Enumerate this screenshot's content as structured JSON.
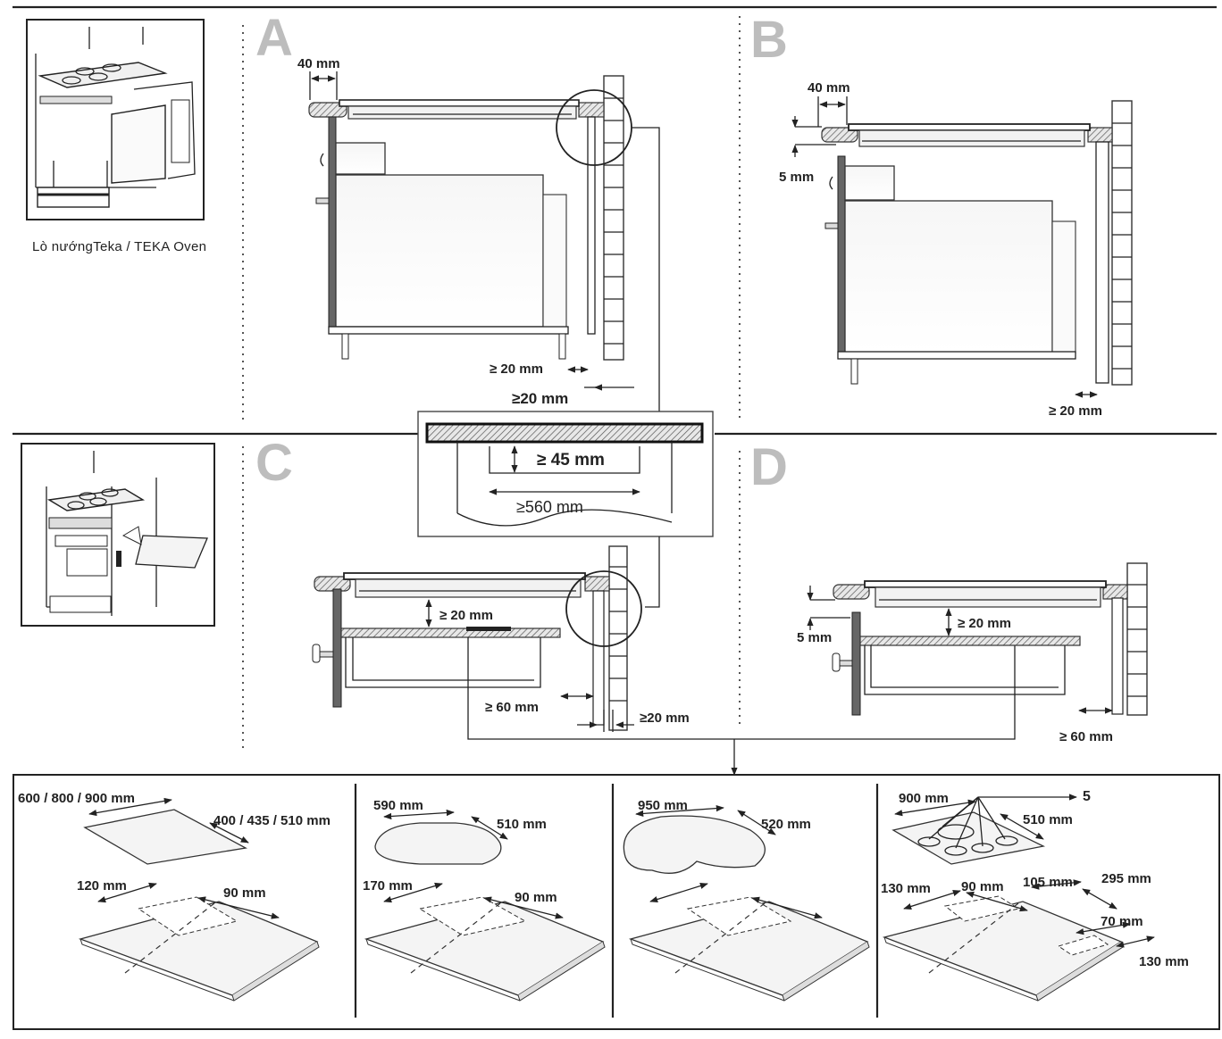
{
  "panels": {
    "a": "A",
    "b": "B",
    "c": "C",
    "d": "D"
  },
  "oven_caption": "Lò nướngTeka  /  TEKA  Oven",
  "panel_a": {
    "top_gap": "40 mm",
    "gap_1": "≥ 20 mm",
    "gap_2": "≥20 mm"
  },
  "panel_b": {
    "top_gap": "40 mm",
    "drop": "5 mm",
    "side_gap": "≥ 20 mm"
  },
  "detail": {
    "depth": "≥ 45 mm",
    "width": "≥560 mm"
  },
  "panel_c": {
    "shelf_gap": "≥ 20 mm",
    "back_gap": "≥ 60 mm",
    "wall_gap": "≥20 mm"
  },
  "panel_d": {
    "drop": "5 mm",
    "shelf_gap": "≥ 20 mm",
    "back_gap": "≥ 60 mm"
  },
  "cutouts": [
    {
      "length": "600 / 800 / 900 mm",
      "width": "400 / 435 / 510 mm",
      "front": "120 mm",
      "side": "90 mm"
    },
    {
      "length": "590 mm",
      "width": "510 mm",
      "front": "170 mm",
      "side": "90 mm"
    },
    {
      "length": "950 mm",
      "width": "520 mm"
    },
    {
      "length": "900 mm",
      "width": "510 mm",
      "points": "5",
      "front": "130 mm",
      "side": "90 mm",
      "mid": "105 mm",
      "right": "295 mm",
      "notch_w": "70 mm",
      "notch_d": "130 mm"
    }
  ]
}
